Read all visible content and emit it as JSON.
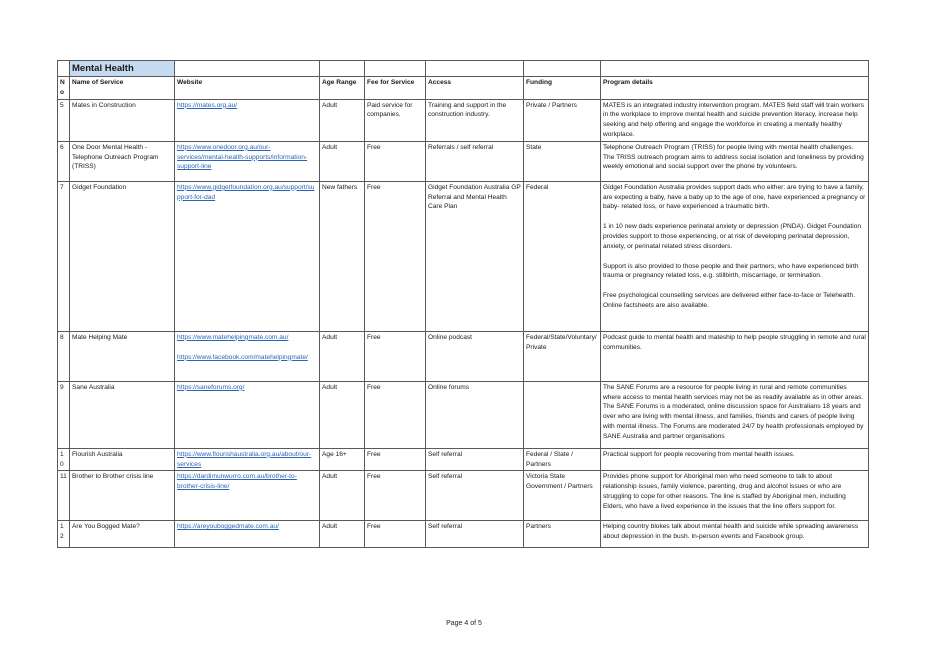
{
  "section_title": "Mental Health",
  "columns": [
    "No",
    "Name of Service",
    "Website",
    "Age Range",
    "Fee for Service",
    "Access",
    "Funding",
    "Program details"
  ],
  "rows": [
    {
      "no": "5",
      "name": "Mates in Construction",
      "links": [
        "https://mates.org.au/"
      ],
      "age": "Adult",
      "fee": "Paid service for companies.",
      "access": "Training and support in the construction industry.",
      "funding": "Private / Partners",
      "details": [
        "MATES is an integrated industry intervention program. MATES field staff will train workers in the workplace to improve mental health and suicide prevention literacy, increase help seeking and help offering and engage the workforce in creating a mentally healthy workplace."
      ]
    },
    {
      "no": "6",
      "name": "One Door Mental Health - Telephone Outreach Program (TRISS)",
      "links": [
        "https://www.onedoor.org.au/our-services/mental-health-supports/information-support-line"
      ],
      "age": "Adult",
      "fee": "Free",
      "access": "Referrals / self referral",
      "funding": "State",
      "details": [
        "Telephone Outreach Program (TRISS) for people living with mental health challenges. The TRISS outreach program aims to address social isolation and loneliness by providing weekly emotional and social support over the phone by volunteers."
      ]
    },
    {
      "no": "7",
      "name": "Gidget Foundation",
      "links": [
        "https://www.gidgetfoundation.org.au/support/support-for-dad"
      ],
      "age": "New fathers",
      "fee": "Free",
      "access": "Gidget Foundation Australia GP Referral and Mental Health Care Plan",
      "funding": "Federal",
      "details": [
        "Gidget Foundation Australia provides support dads who either: are trying to have a family, are expecting a baby, have a baby up to the age of one, have experienced a pregnancy or baby- related loss, or have experienced a traumatic birth.",
        "1 in 10 new dads experience perinatal anxiety or depression (PNDA). Gidget Foundation provides support to those experiencing, or at risk of developing perinatal depression, anxiety, or perinatal related stress disorders.",
        "Support is also provided to those people and their partners, who have experienced birth trauma or pregnancy related loss, e.g. stillbirth, miscarriage, or termination.",
        "Free psychological counselling services are delivered either face-to-face or Telehealth. Online factsheets are also available."
      ]
    },
    {
      "no": "8",
      "name": "Mate Helping Mate",
      "links": [
        "https://www.matehelpingmate.com.au/",
        "https://www.facebook.com/matehelpingmate/"
      ],
      "age": "Adult",
      "fee": "Free",
      "access": "Online podcast",
      "funding": "Federal/State/Voluntary/Private",
      "details": [
        "Podcast guide to mental health and mateship to help people struggling in remote and rural communities."
      ]
    },
    {
      "no": "9",
      "name": "Sane Australia",
      "links": [
        "https://saneforums.org/"
      ],
      "age": "Adult",
      "fee": "Free",
      "access": "Online forums",
      "funding": "",
      "details": [
        "The SANE Forums are a resource for people living in rural and remote communities where access to mental health services may not be as readily available as in other areas.  The SANE Forums is a moderated, online discussion space for Australians 18 years and over who are living with mental illness, and families, friends and carers of people living with mental illness.  The Forums are moderated 24/7 by health professionals employed by SANE Australia and partner organisations"
      ]
    },
    {
      "no": "10",
      "name": "Flourish Australia",
      "links": [
        "https://www.flourishaustralia.org.au/about/our-services"
      ],
      "age": "Age 16+",
      "fee": "Free",
      "access": "Self referral",
      "funding": "Federal / State / Partners",
      "details": [
        "Practical support for people recovering from mental health issues."
      ]
    },
    {
      "no": "11",
      "name": "Brother to Brother crisis line",
      "links": [
        "https://dardimunwurro.com.au/brother-to-brother-crisis-line/"
      ],
      "age": "Adult",
      "fee": "Free",
      "access": "Self referral",
      "funding": "Victoria State Government / Partners",
      "details": [
        "Provides phone support for Aboriginal men who need someone to talk to about relationship issues, family violence, parenting, drug and alcohol issues or who are struggling to cope for other reasons. The line is staffed by Aboriginal men, including Elders, who have a lived experience in the issues that the line offers support for."
      ]
    },
    {
      "no": "12",
      "name": "Are You Bogged Mate?",
      "links": [
        "https://areyouboggedmate.com.au/"
      ],
      "age": "Adult",
      "fee": "Free",
      "access": "Self referral",
      "funding": "Partners",
      "details": [
        "Helping country blokes talk about mental health and suicide while spreading awareness about depression in the bush. In-person events and Facebook group."
      ]
    }
  ],
  "footer": "Page 4 of 5"
}
